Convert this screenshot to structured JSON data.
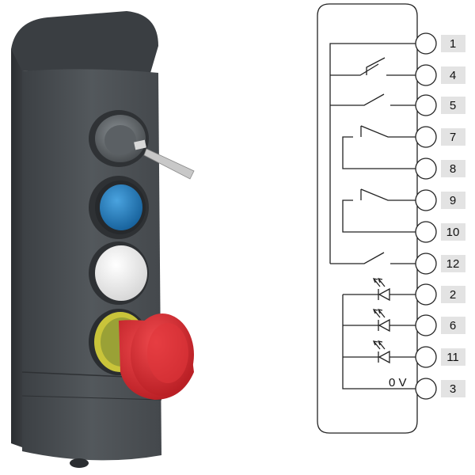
{
  "device": {
    "buttons": [
      {
        "kind": "key-selector",
        "color": "#9aa0a3"
      },
      {
        "kind": "pushbutton",
        "color": "#1f78b4"
      },
      {
        "kind": "pushbutton",
        "color": "#f2f2f2"
      },
      {
        "kind": "emergency-stop",
        "color": "#d8262c"
      }
    ],
    "housing_color": "#4a4e52",
    "stop_ring_color": "#c9c43a"
  },
  "wiring": {
    "terminals": [
      {
        "label": "1"
      },
      {
        "label": "4"
      },
      {
        "label": "5"
      },
      {
        "label": "7"
      },
      {
        "label": "8"
      },
      {
        "label": "9"
      },
      {
        "label": "10"
      },
      {
        "label": "12"
      },
      {
        "label": "2"
      },
      {
        "label": "6"
      },
      {
        "label": "11"
      },
      {
        "label": "3"
      }
    ],
    "ground_label": "0 V"
  }
}
